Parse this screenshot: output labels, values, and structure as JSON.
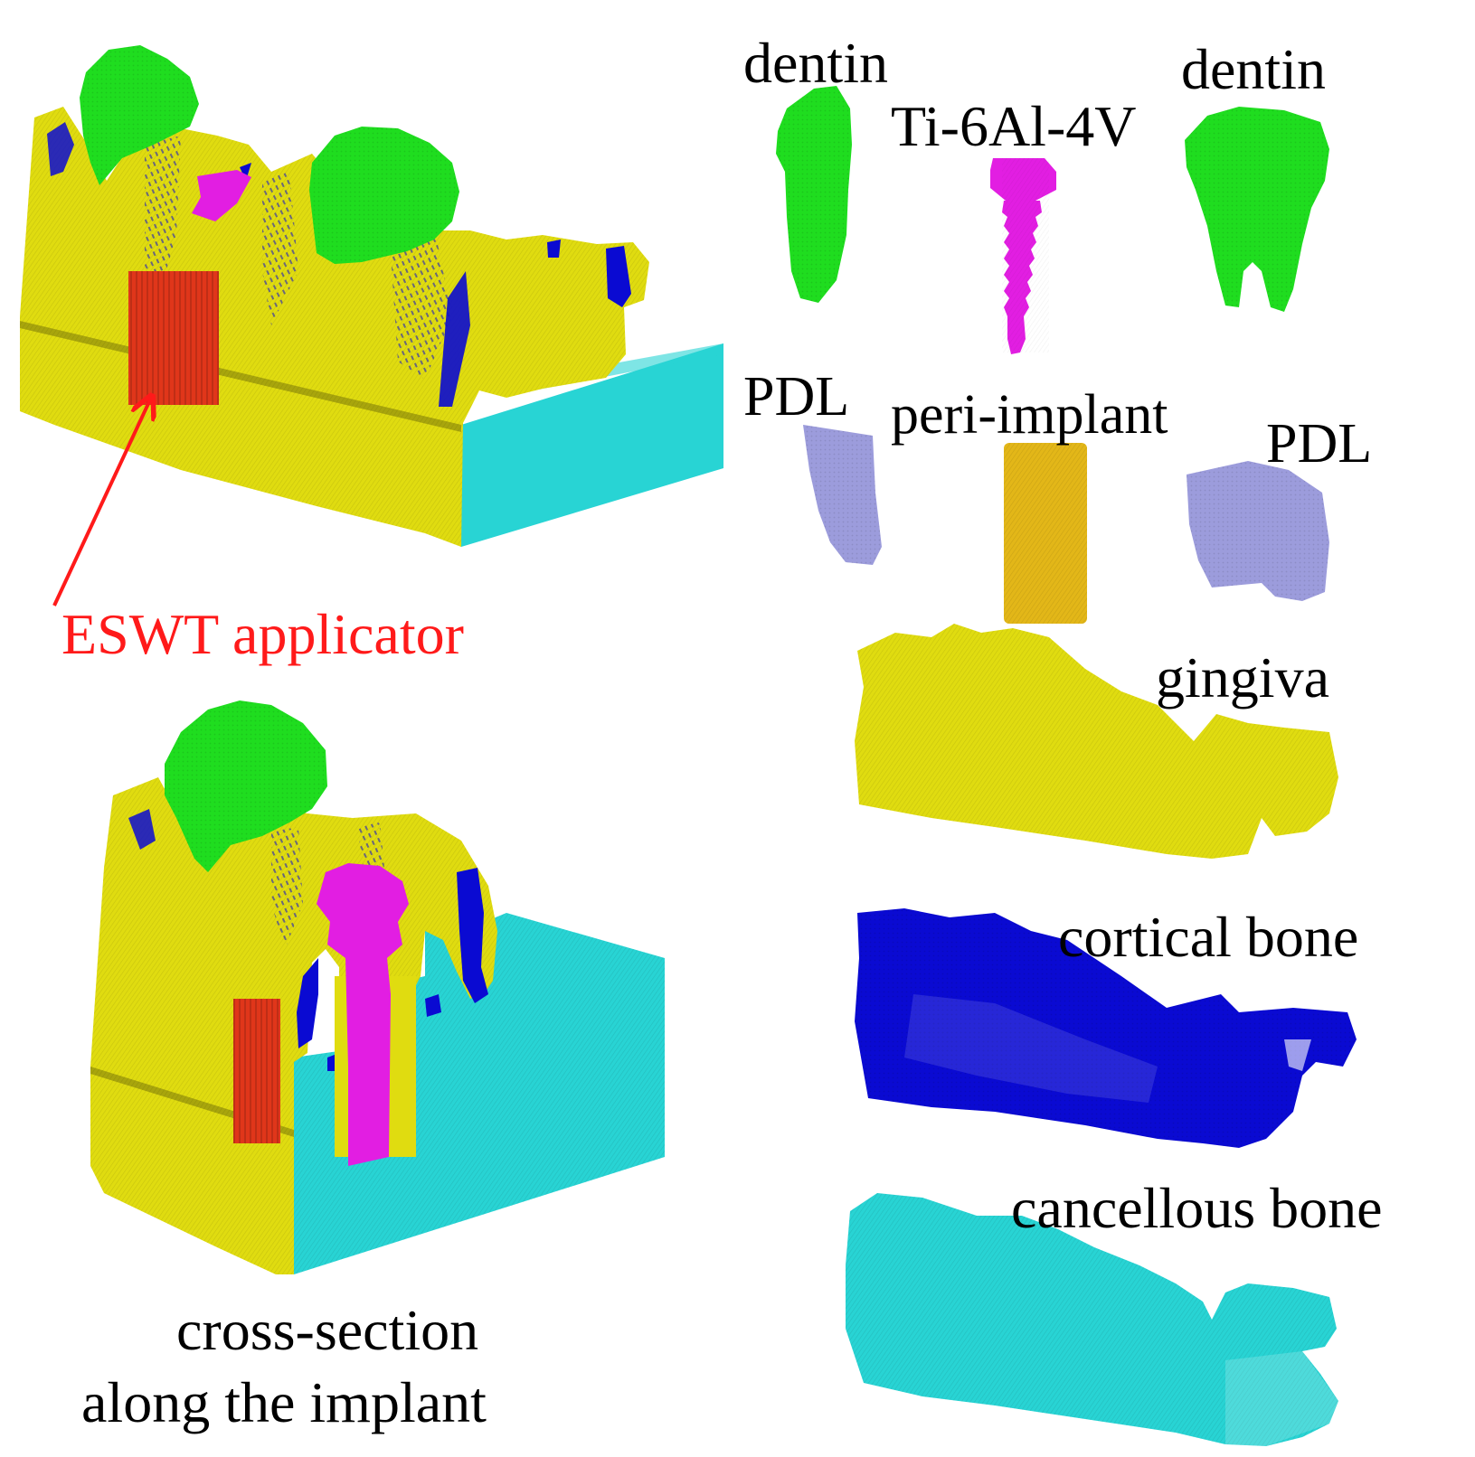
{
  "colors": {
    "dentin": "#1fdd1f",
    "implant": "#e21ee2",
    "pdl": "#9c9cdc",
    "peri_implant": "#e3b718",
    "gingiva": "#e0dc10",
    "cortical_bone": "#0a0ad2",
    "cancellous_bone": "#28d4d4",
    "applicator": "#e0361a",
    "annotation": "#ff1a1a"
  },
  "labels": {
    "dentin_left": "dentin",
    "dentin_right": "dentin",
    "implant": "Ti-6Al-4V",
    "pdl_left": "PDL",
    "pdl_right": "PDL",
    "peri_implant": "peri-implant",
    "gingiva": "gingiva",
    "cortical_bone": "cortical bone",
    "cancellous_bone": "cancellous bone",
    "applicator": "ESWT applicator",
    "cross_section_line1": "cross-section",
    "cross_section_line2": "along the implant"
  }
}
